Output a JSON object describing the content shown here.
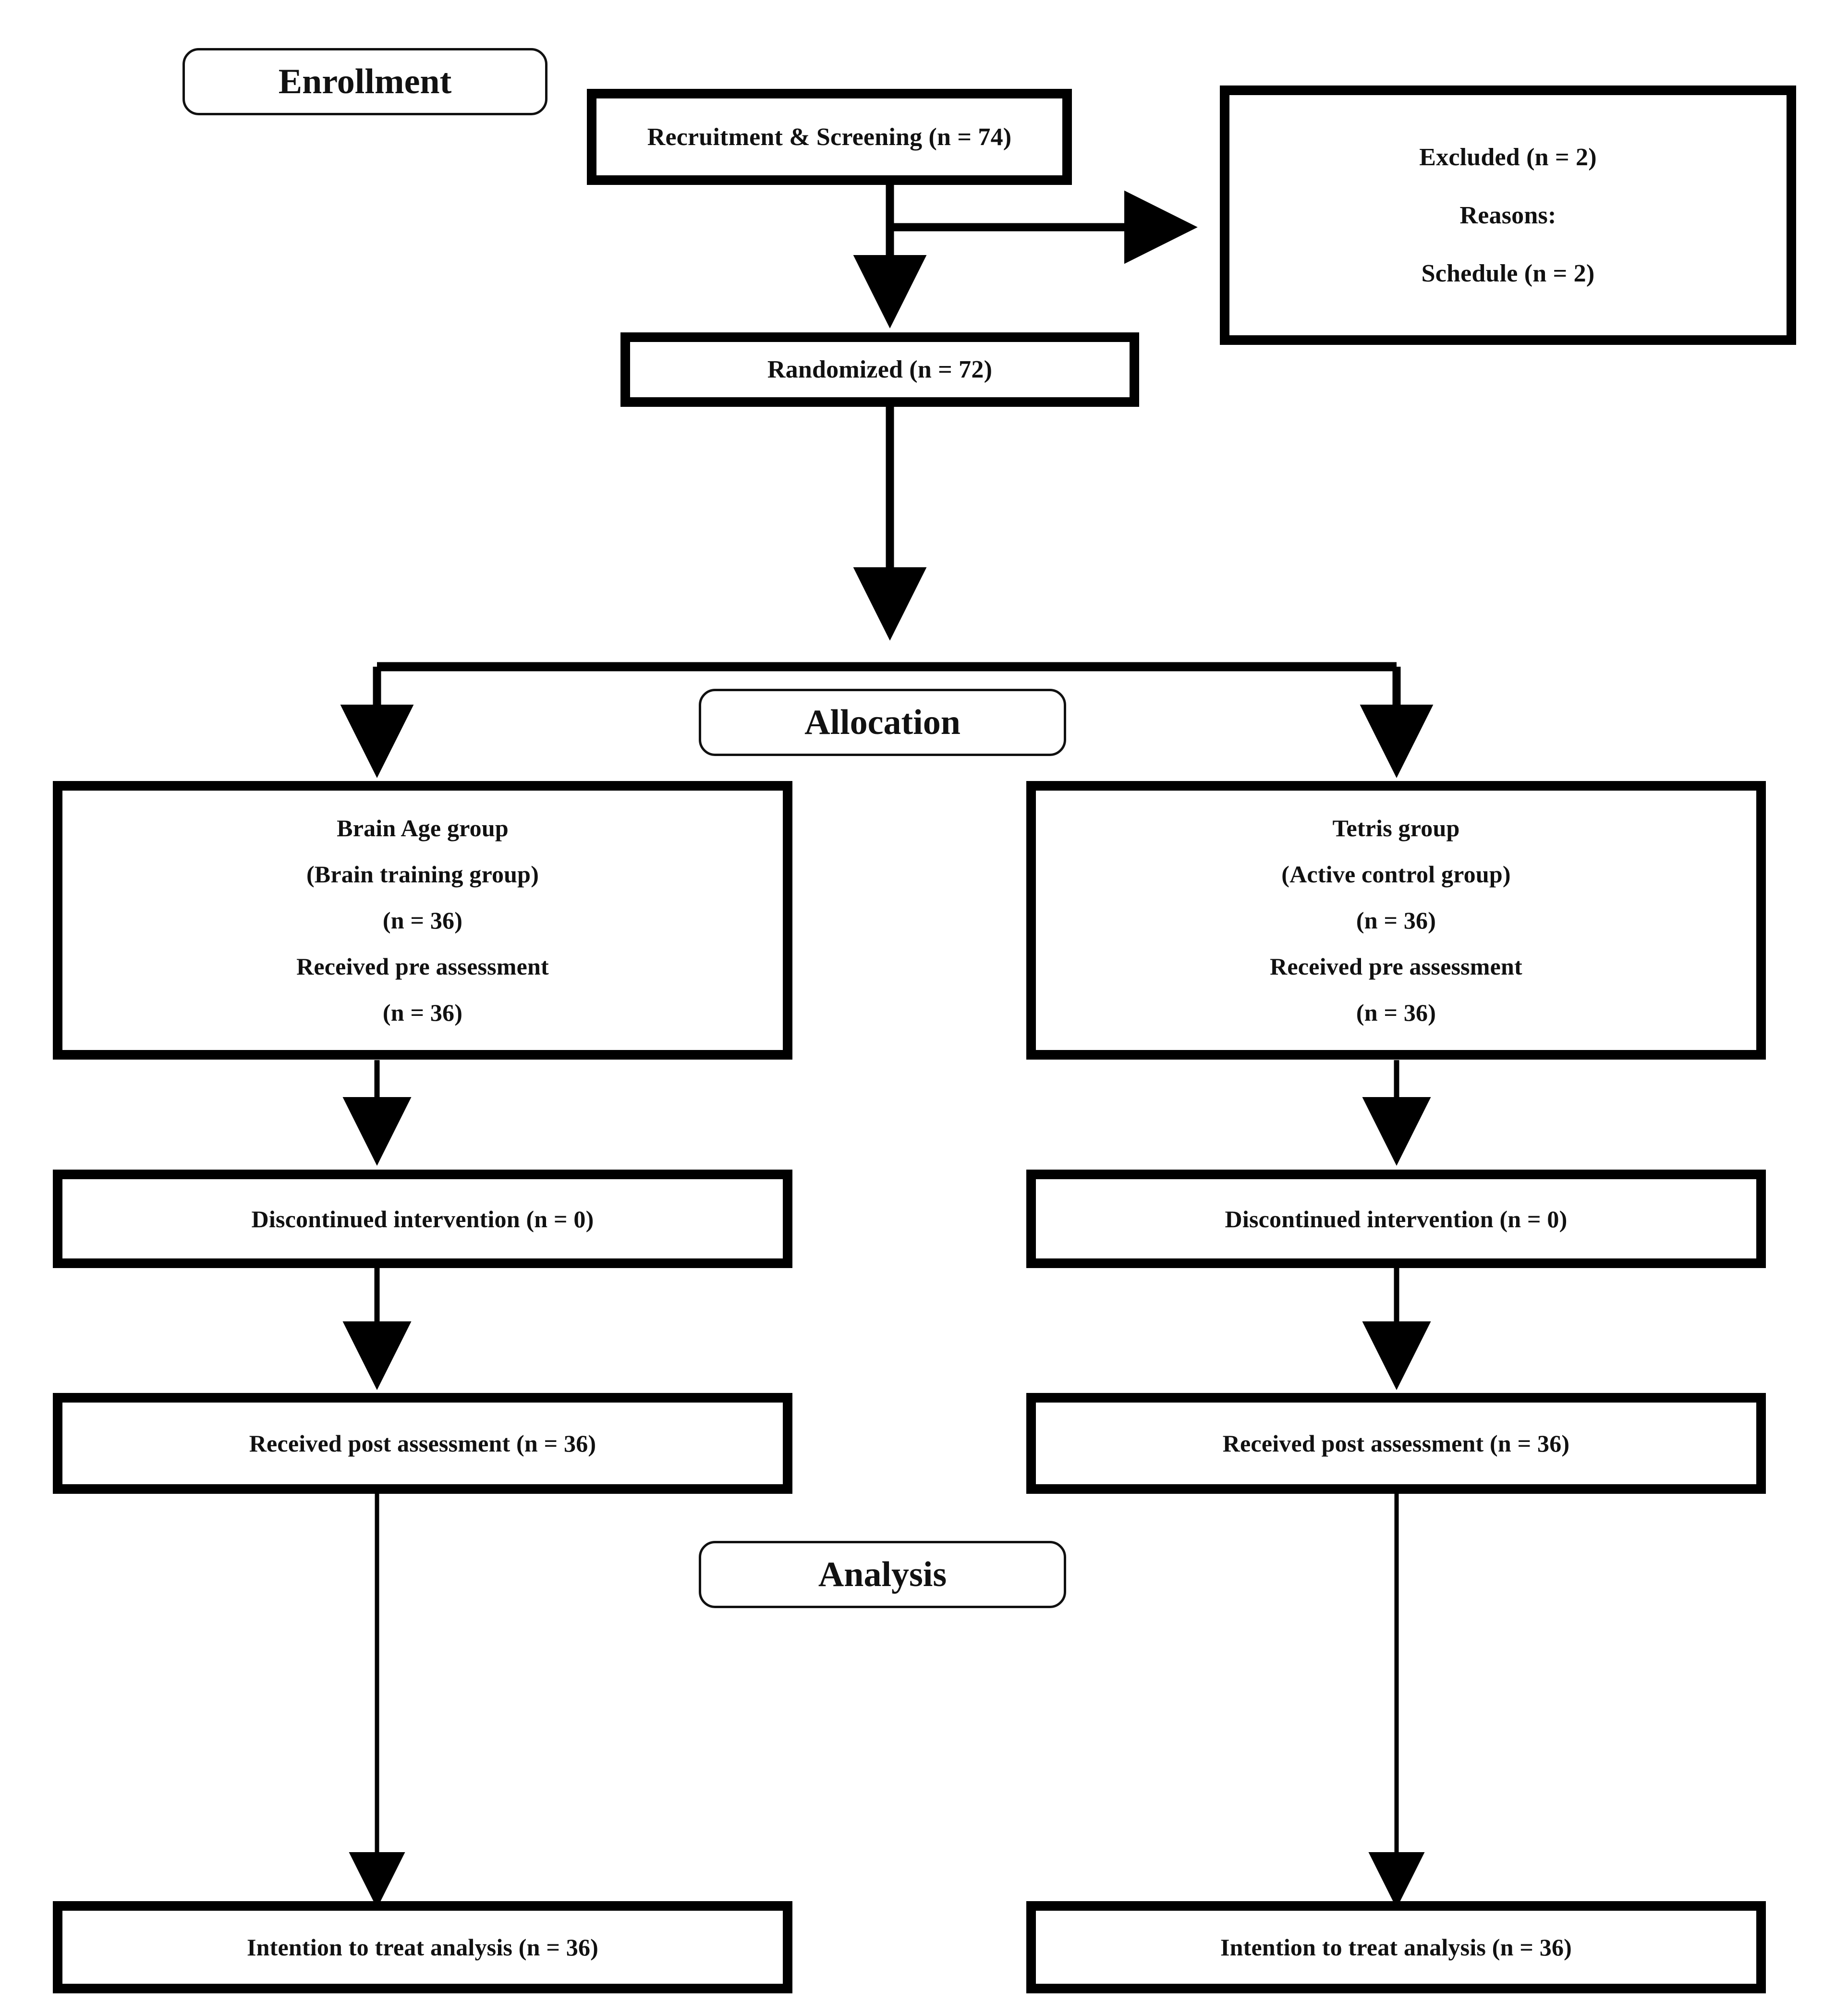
{
  "diagram": {
    "type": "consort-flow-diagram",
    "title": "CONSORT participant flow",
    "colors": {
      "background": "#ffffff",
      "box_border": "#000000",
      "stage_border": "#111111",
      "text": "#111111",
      "connector": "#000000"
    }
  },
  "stages": {
    "enrollment": "Enrollment",
    "allocation": "Allocation",
    "analysis": "Analysis"
  },
  "nodes": {
    "recruitment": {
      "lines": [
        "Recruitment & Screening (n = 74)"
      ]
    },
    "excluded": {
      "lines": [
        "Excluded (n = 2)",
        "Reasons:",
        "Schedule (n = 2)"
      ]
    },
    "randomized": {
      "lines": [
        "Randomized (n = 72)"
      ]
    },
    "left_allocation": {
      "lines": [
        "Brain Age group",
        "(Brain training group)",
        "(n = 36)",
        "Received pre assessment",
        "(n = 36)"
      ]
    },
    "right_allocation": {
      "lines": [
        "Tetris group",
        "(Active control group)",
        "(n = 36)",
        "Received pre assessment",
        "(n = 36)"
      ]
    },
    "left_discontinued": {
      "lines": [
        "Discontinued intervention (n = 0)"
      ]
    },
    "right_discontinued": {
      "lines": [
        "Discontinued intervention (n = 0)"
      ]
    },
    "left_post": {
      "lines": [
        "Received post assessment (n = 36)"
      ]
    },
    "right_post": {
      "lines": [
        "Received post assessment (n = 36)"
      ]
    },
    "left_itt": {
      "lines": [
        "Intention to treat analysis (n = 36)"
      ]
    },
    "right_itt": {
      "lines": [
        "Intention to treat analysis (n = 36)"
      ]
    }
  },
  "counts": {
    "screened": 74,
    "excluded": 2,
    "excluded_reason_schedule": 2,
    "randomized": 72,
    "left_allocated": 36,
    "right_allocated": 36,
    "left_pre_assessed": 36,
    "right_pre_assessed": 36,
    "left_discontinued": 0,
    "right_discontinued": 0,
    "left_post_assessed": 36,
    "right_post_assessed": 36,
    "left_itt": 36,
    "right_itt": 36
  }
}
